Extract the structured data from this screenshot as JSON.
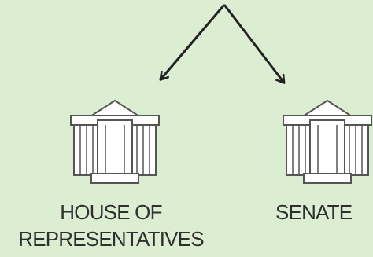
{
  "diagram": {
    "branches": [
      {
        "id": "house",
        "label_line1": "HOUSE OF",
        "label_line2": "REPRESENTATIVES",
        "icon": "capitol-building-icon"
      },
      {
        "id": "senate",
        "label": "SENATE",
        "icon": "capitol-building-icon"
      }
    ],
    "colors": {
      "background": "#dbeed2",
      "arrow": "#222222",
      "building_fill": "#ffffff",
      "building_stroke": "#555555",
      "text": "#2f2f2f"
    }
  }
}
